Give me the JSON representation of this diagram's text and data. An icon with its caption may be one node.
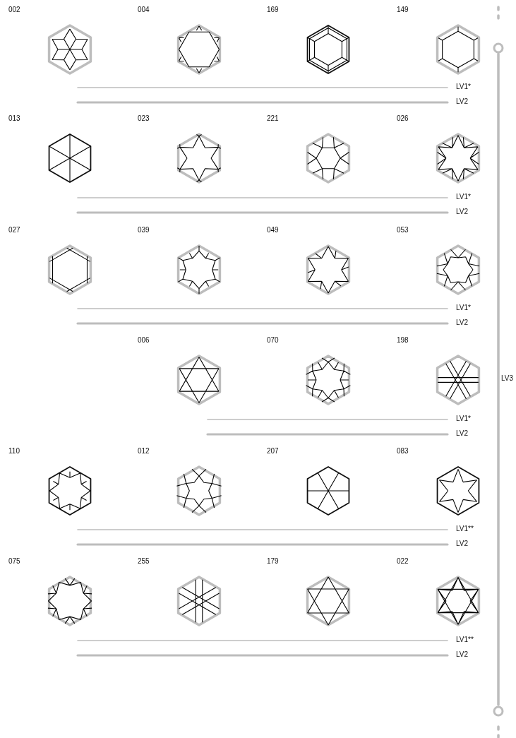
{
  "diagram": {
    "nodes": [
      {
        "text": [
          "002"
        ]
      },
      {
        "text": [
          "004"
        ]
      },
      {
        "text": [
          "169"
        ]
      },
      {
        "text": [
          "149"
        ]
      },
      {
        "text": [
          "013"
        ]
      },
      {
        "text": [
          "023"
        ]
      },
      {
        "text": [
          "221"
        ]
      },
      {
        "text": [
          "026"
        ]
      },
      {
        "text": [
          "027"
        ]
      },
      {
        "text": [
          "039"
        ]
      },
      {
        "text": [
          "049"
        ]
      },
      {
        "text": [
          "053"
        ]
      },
      {
        "text": [
          "006"
        ]
      },
      {
        "text": [
          "070"
        ]
      },
      {
        "text": [
          "198"
        ]
      },
      {
        "text": [
          "110"
        ]
      },
      {
        "text": [
          "012"
        ]
      },
      {
        "text": [
          "207"
        ]
      },
      {
        "text": [
          "083"
        ]
      },
      {
        "text": [
          "075"
        ]
      },
      {
        "text": [
          "255"
        ]
      },
      {
        "text": [
          "179"
        ]
      },
      {
        "text": [
          "022"
        ]
      }
    ],
    "edges": [],
    "labels": [
      "LV1*",
      "LV2",
      "LV1*",
      "LV2",
      "LV1*",
      "LV2",
      "LV1*",
      "LV2",
      "LV1**",
      "LV2",
      "LV1**",
      "LV2",
      "LV3"
    ]
  }
}
